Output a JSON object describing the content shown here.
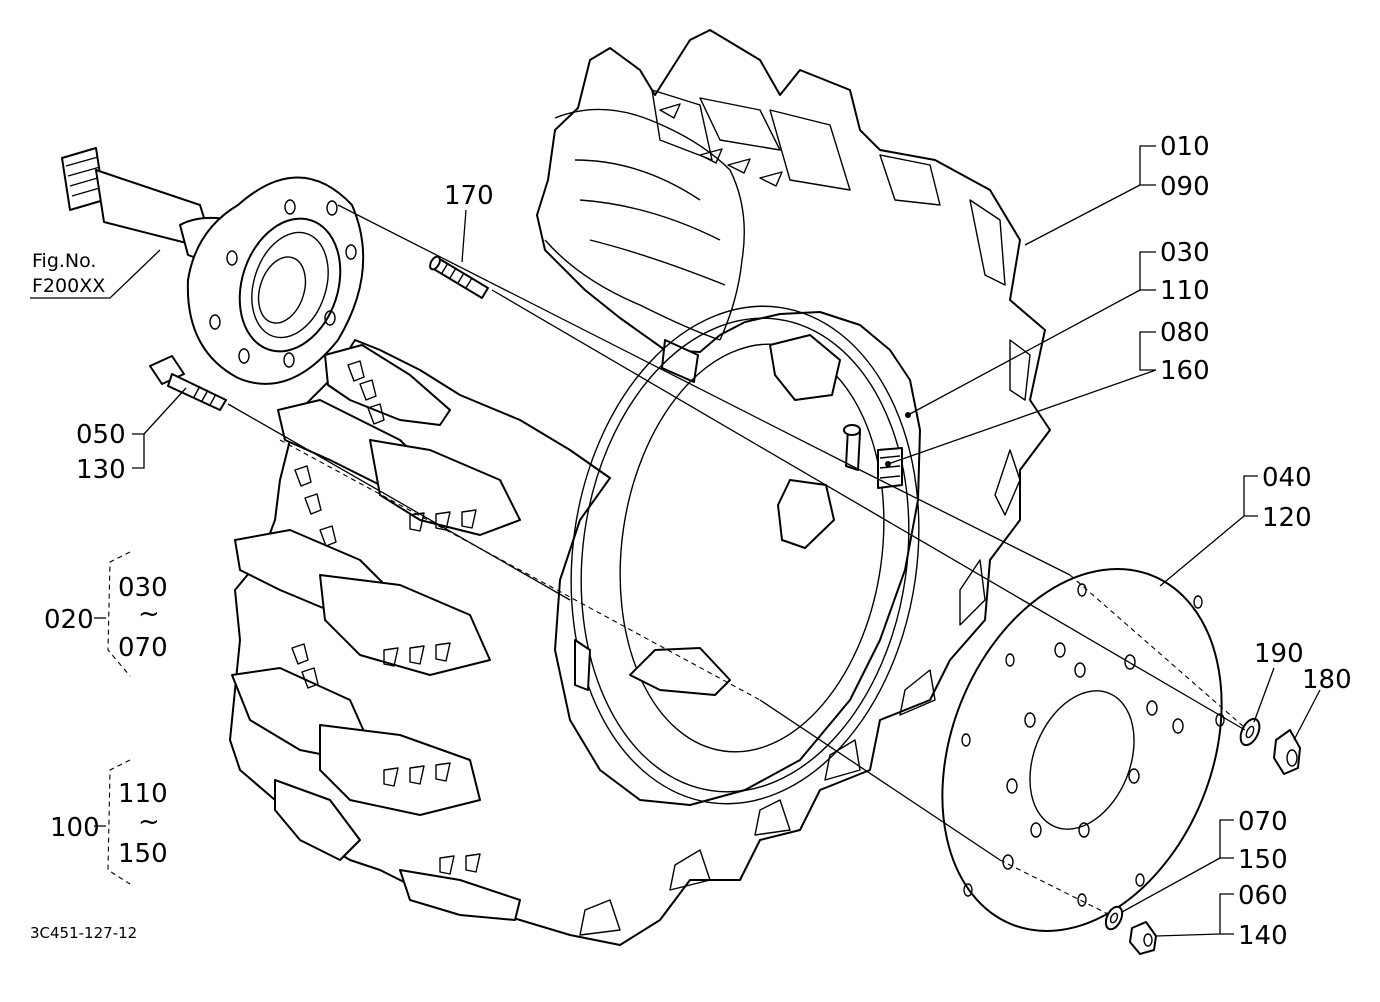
{
  "figure_ref": {
    "line1": "Fig.No.",
    "line2": "F200XX"
  },
  "drawing_code": "3C451-127-12",
  "callouts": {
    "c010": "010",
    "c090": "090",
    "c030": "030",
    "c110": "110",
    "c080": "080",
    "c160": "160",
    "c170": "170",
    "c050": "050",
    "c130": "130",
    "c040": "040",
    "c120": "120",
    "c190": "190",
    "c180": "180",
    "c070": "070",
    "c150": "150",
    "c060": "060",
    "c140": "140"
  },
  "groups": {
    "g020": {
      "label": "020",
      "from": "030",
      "tilde": "~",
      "to": "070"
    },
    "g100": {
      "label": "100",
      "from": "110",
      "tilde": "~",
      "to": "150"
    }
  }
}
